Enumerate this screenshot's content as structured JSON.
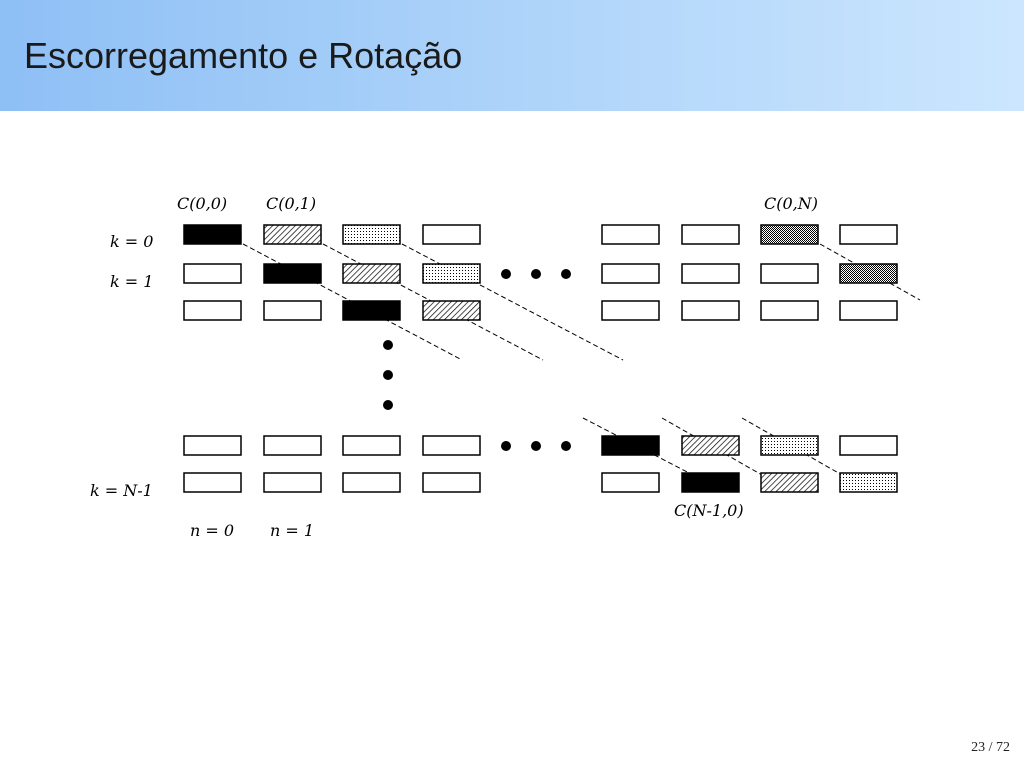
{
  "slide": {
    "title": "Escorregamento e Rotação",
    "page_number": "23 / 72"
  },
  "diagram": {
    "column_labels": [
      "C(0,0)",
      "C(0,1)",
      "C(0,N)"
    ],
    "row_labels": [
      "k = 0",
      "k = 1",
      "k = N-1"
    ],
    "bottom_labels": [
      "n = 0",
      "n = 1"
    ],
    "corner_label": "C(N-1,0)",
    "ellipsis": "• • •",
    "fill_patterns": [
      "solid",
      "hatched",
      "dotted",
      "crosshatched",
      "empty"
    ]
  }
}
